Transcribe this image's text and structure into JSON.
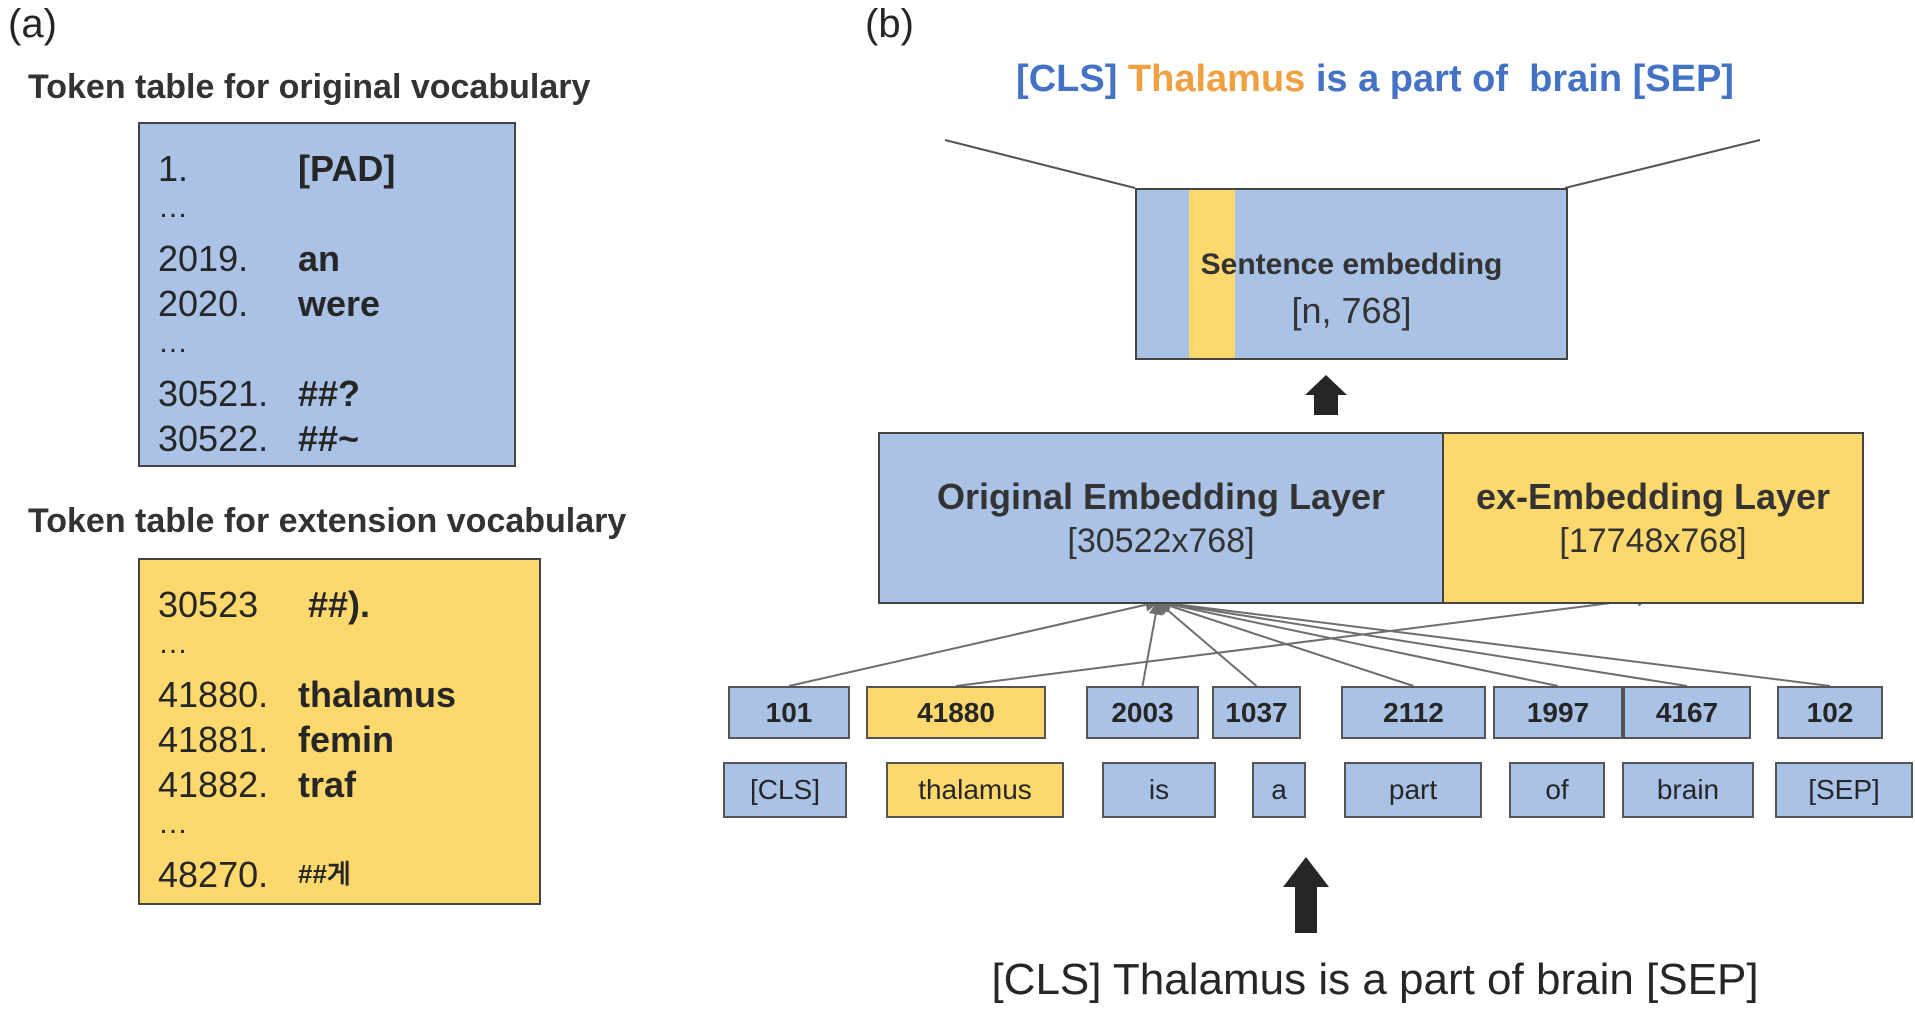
{
  "colors": {
    "blue_fill": "#aac2e6",
    "yellow_fill": "#fdd86c",
    "title_blue": "#4472c4",
    "title_orange": "#f0a040",
    "line": "#6e6e6e",
    "text": "#262626"
  },
  "panel_a": {
    "label": "(a)",
    "original_title": "Token table for original vocabulary",
    "original_rows": [
      {
        "index": "1.",
        "token": "[PAD]"
      },
      {
        "ellipsis": "…"
      },
      {
        "index": "2019.",
        "token": "an"
      },
      {
        "index": "2020.",
        "token": "were"
      },
      {
        "ellipsis": "…"
      },
      {
        "index": "30521.",
        "token": "##?"
      },
      {
        "index": "30522.",
        "token": "##~"
      }
    ],
    "extension_title": "Token table for extension vocabulary",
    "extension_rows": [
      {
        "index": "30523",
        "token": " ##)."
      },
      {
        "ellipsis": "…"
      },
      {
        "index": "41880.",
        "token": "thalamus"
      },
      {
        "index": "41881.",
        "token": "femin"
      },
      {
        "index": "41882.",
        "token": "traf"
      },
      {
        "ellipsis": "…"
      },
      {
        "index": "48270.",
        "token": "##게",
        "small": true
      }
    ]
  },
  "panel_b": {
    "label": "(b)",
    "top_sentence": [
      {
        "text": "[CLS] ",
        "color": "blue"
      },
      {
        "text": "Thalamus",
        "color": "orange"
      },
      {
        "text": " is a part of  brain [SEP]",
        "color": "blue"
      }
    ],
    "sentence_embedding": {
      "title": "Sentence embedding",
      "dim": "[n, 768]"
    },
    "original_layer": {
      "title": "Original Embedding Layer",
      "dim": "[30522x768]"
    },
    "ex_layer": {
      "title": "ex-Embedding Layer",
      "dim": "[17748x768]"
    },
    "token_ids": [
      {
        "id": "101",
        "ext": false
      },
      {
        "id": "41880",
        "ext": true
      },
      {
        "id": "2003",
        "ext": false
      },
      {
        "id": "1037",
        "ext": false
      },
      {
        "id": "2112",
        "ext": false
      },
      {
        "id": "1997",
        "ext": false
      },
      {
        "id": "4167",
        "ext": false
      },
      {
        "id": "102",
        "ext": false
      }
    ],
    "tokens": [
      {
        "text": "[CLS]",
        "ext": false
      },
      {
        "text": "thalamus",
        "ext": true
      },
      {
        "text": "is",
        "ext": false
      },
      {
        "text": "a",
        "ext": false
      },
      {
        "text": "part",
        "ext": false
      },
      {
        "text": "of",
        "ext": false
      },
      {
        "text": "brain",
        "ext": false
      },
      {
        "text": "[SEP]",
        "ext": false
      }
    ],
    "input_sentence": "[CLS] Thalamus is a part of brain [SEP]"
  }
}
